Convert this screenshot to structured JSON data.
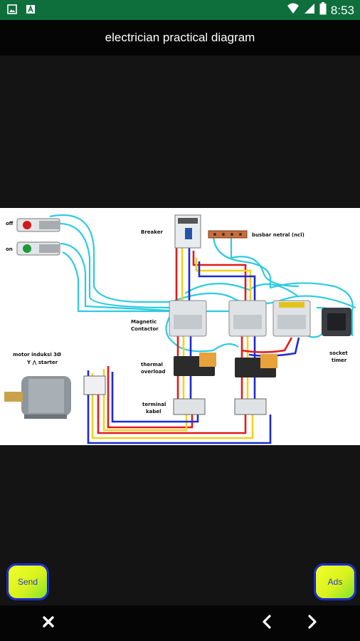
{
  "status_bar": {
    "time": "8:53",
    "icons": [
      "image-icon",
      "notification-a-icon",
      "wifi-icon",
      "signal-icon",
      "battery-icon"
    ]
  },
  "header": {
    "title": "electrician practical diagram"
  },
  "diagram": {
    "labels": {
      "off": "off",
      "on": "on",
      "breaker": "Breaker",
      "busbar": "busbar netral (ncl)",
      "magnetic_1": "Magnetic",
      "magnetic_2": "Contactor",
      "motor_1": "motor  induksi  3Ø",
      "motor_2": "Y ⋀  starter",
      "thermal_1": "thermal",
      "thermal_2": "overload",
      "terminal_1": "terminal",
      "terminal_2": "kabel",
      "socket_1": "socket",
      "socket_2": "timer"
    },
    "colors": {
      "wire_cyan": "#2ecbe0",
      "wire_red": "#e41a1a",
      "wire_yellow": "#f2d21b",
      "wire_blue": "#1a2bd6"
    }
  },
  "buttons": {
    "send_label": "Send",
    "ads_label": "Ads"
  },
  "bottom_nav": {
    "icons": [
      "close-icon",
      "chevron-left-icon",
      "chevron-right-icon"
    ]
  },
  "colors": {
    "status_bar_bg": "#0e6f3d",
    "title_bar_bg": "#050505",
    "content_bg": "#141414",
    "button_border": "#1d2be0",
    "button_text": "#2a3cc8"
  }
}
